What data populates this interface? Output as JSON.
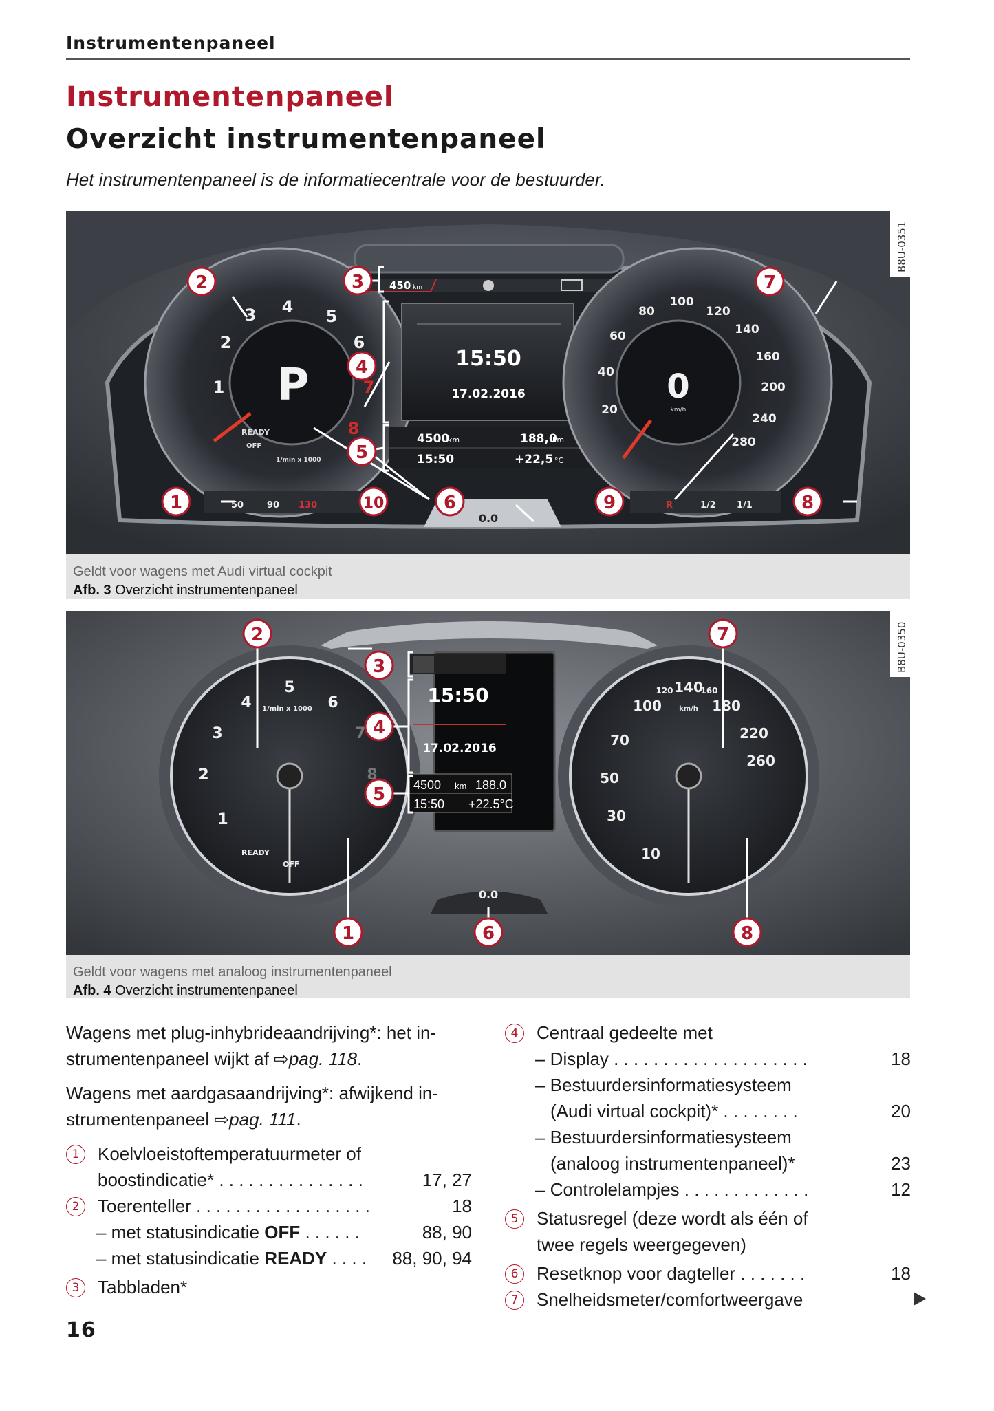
{
  "running_head": "Instrumentenpaneel",
  "title": "Instrumentenpaneel",
  "subtitle": "Overzicht instrumentenpaneel",
  "intro": "Het instrumentenpaneel is de informatiecentrale voor de bestuurder.",
  "fig1": {
    "code": "B8U-0351",
    "range": "450",
    "range_unit": "km",
    "gear": "P",
    "time": "15:50",
    "date": "17.02.2016",
    "trip_km": "4500",
    "km_unit": "km",
    "odo": "188,0",
    "status_time": "15:50",
    "temp": "+22,5",
    "temp_unit": "°C",
    "speed": "0",
    "speed_unit": "km/h",
    "reset_value": "0.0",
    "rev_ticks": [
      "1",
      "2",
      "3",
      "4",
      "5",
      "6",
      "7",
      "8"
    ],
    "speed_ticks": [
      "20",
      "40",
      "60",
      "80",
      "100",
      "120",
      "140",
      "160",
      "200",
      "240",
      "280"
    ],
    "ready": "READY",
    "off": "OFF",
    "rpm_unit": "1/min x 1000",
    "coolant": [
      "50",
      "90",
      "130"
    ],
    "fuel": [
      "R",
      "1/2",
      "1/1"
    ],
    "caption1": "Geldt voor wagens met Audi virtual cockpit",
    "caption2_bold": "Afb. 3",
    "caption2_text": "Overzicht instrumentenpaneel"
  },
  "fig2": {
    "code": "B8U-0350",
    "time": "15:50",
    "date": "17.02.2016",
    "trip_km": "4500",
    "km_unit": "km",
    "odo": "188.0",
    "status_time": "15:50",
    "temp": "+22.5°C",
    "reset_value": "0.0",
    "rpm_unit": "1/min x 1000",
    "speed_unit": "km/h",
    "rev_ticks": [
      "1",
      "2",
      "3",
      "4",
      "5",
      "6",
      "7",
      "8"
    ],
    "speed_ticks": [
      "10",
      "30",
      "50",
      "70",
      "100",
      "120",
      "140",
      "160",
      "180",
      "220",
      "260"
    ],
    "ready": "READY",
    "off": "OFF",
    "caption1": "Geldt voor wagens met analoog instrumentenpaneel",
    "caption2_bold": "Afb. 4",
    "caption2_text": "Overzicht instrumentenpaneel"
  },
  "callouts": [
    "1",
    "2",
    "3",
    "4",
    "5",
    "6",
    "7",
    "8",
    "9",
    "10"
  ],
  "text": {
    "p1": "Wagens met plug-inhybrideaandrijving*: het in-",
    "p1b": "strumentenpaneel wijkt af ⇨",
    "p1ref": "pag. 118",
    "p2": "Wagens met aardgasaandrijving*: afwijkend in-",
    "p2b": "strumentenpaneel ⇨",
    "p2ref": "pag. 111",
    "items_left": [
      {
        "n": "1",
        "l1": "Koelvloeistoftemperatuurmeter of",
        "l2": "boostindicatie* . . . . . . . . . . . . . . .",
        "pg": "17, 27"
      },
      {
        "n": "2",
        "l1": "Toerenteller . . . . . . . . . . . . . . . . . .",
        "pg": "18"
      },
      {
        "n": "3",
        "l1": "Tabbladen*"
      }
    ],
    "sub_off_a": "– met statusindicatie ",
    "sub_off_b": "OFF",
    "sub_off_c": " . . . . . .",
    "sub_off_pg": "88, 90",
    "sub_ready_a": "– met statusindicatie ",
    "sub_ready_b": "READY",
    "sub_ready_c": " . . . .",
    "sub_ready_pg": "88, 90, 94",
    "item4": "Centraal gedeelte met",
    "sub4": [
      {
        "t": "– Display . . . . . . . . . . . . . . . . . . . .",
        "pg": "18"
      },
      {
        "t": "– Bestuurdersinformatiesysteem"
      },
      {
        "t": "(Audi virtual cockpit)* . . . . . . . .",
        "pg": "20",
        "cont": true
      },
      {
        "t": "– Bestuurdersinformatiesysteem"
      },
      {
        "t": "(analoog instrumentenpaneel)*",
        "pg": "23",
        "cont": true
      },
      {
        "t": "– Controlelampjes . . . . . . . . . . . . .",
        "pg": "12"
      }
    ],
    "item5a": "Statusregel (deze wordt als één of",
    "item5b": "twee regels weergegeven)",
    "item6": "Resetknop voor dagteller . . . . . . .",
    "item6pg": "18",
    "item7": "Snelheidsmeter/comfortweergave"
  },
  "page_number": "16"
}
